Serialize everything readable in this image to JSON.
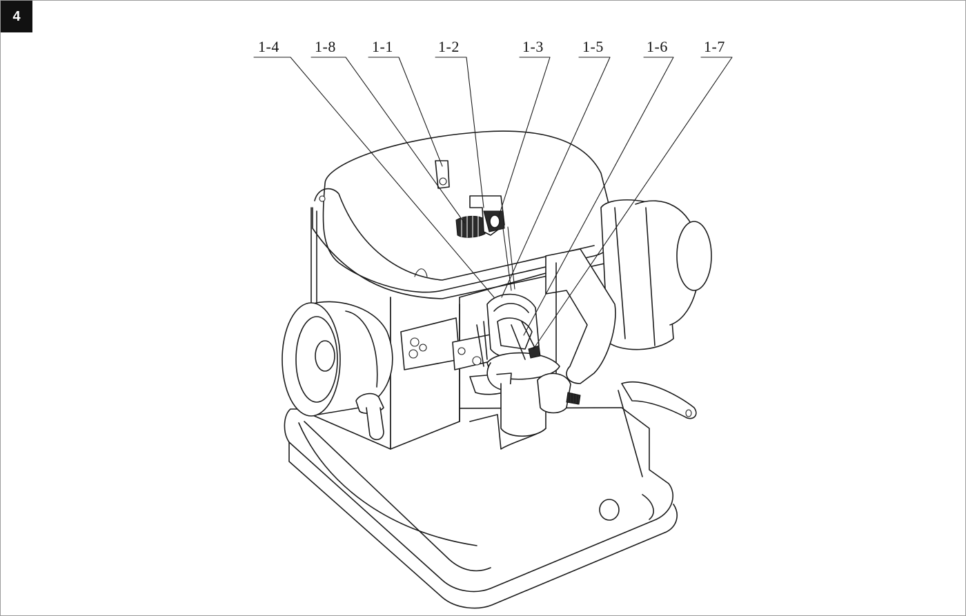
{
  "figure": {
    "number": "4"
  },
  "callouts": [
    {
      "id": "1-4",
      "label": "1-4"
    },
    {
      "id": "1-8",
      "label": "1-8"
    },
    {
      "id": "1-1",
      "label": "1-1"
    },
    {
      "id": "1-2",
      "label": "1-2"
    },
    {
      "id": "1-3",
      "label": "1-3"
    },
    {
      "id": "1-5",
      "label": "1-5"
    },
    {
      "id": "1-6",
      "label": "1-6"
    },
    {
      "id": "1-7",
      "label": "1-7"
    }
  ]
}
